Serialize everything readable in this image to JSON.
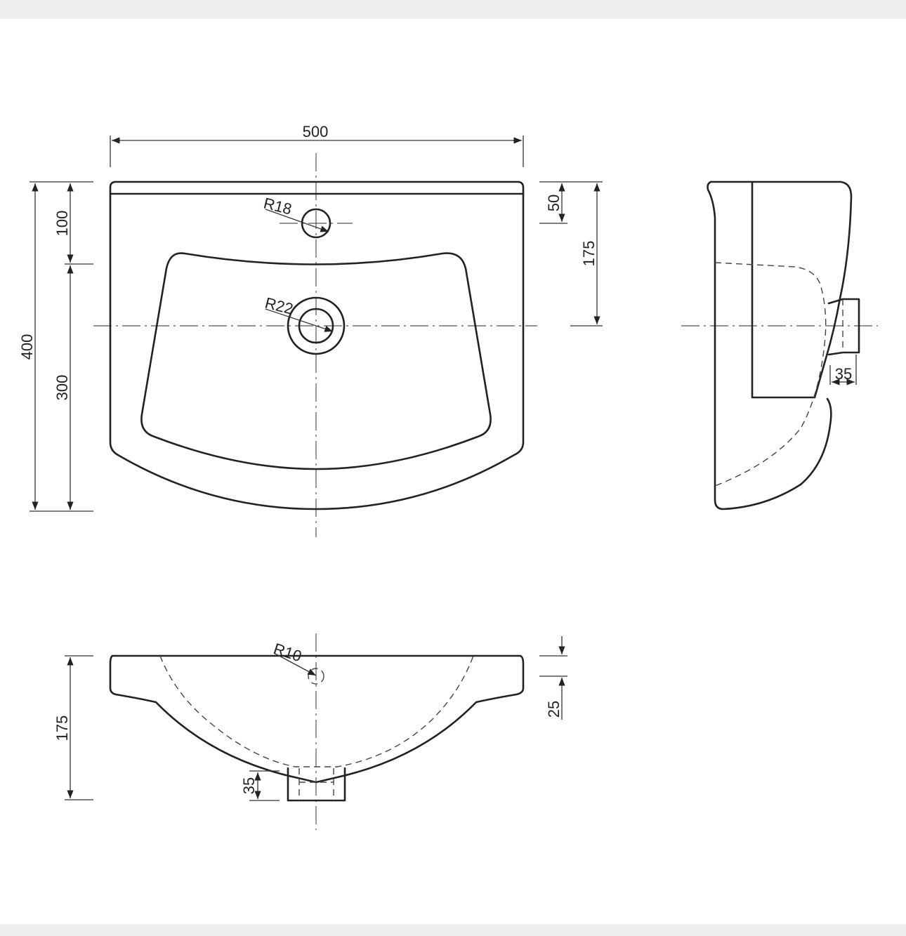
{
  "drawing": {
    "top_view": {
      "width_label": "500",
      "depth_label": "400",
      "rear_depth_label": "100",
      "front_depth_label": "300",
      "tap_offset_label": "50",
      "drain_offset_label": "175",
      "tap_hole_radius_label": "R18",
      "drain_radius_label": "R22"
    },
    "front_view": {
      "height_label": "175",
      "rim_label": "25",
      "outlet_label": "35",
      "overflow_radius_label": "R10"
    },
    "side_view": {
      "outlet_label": "35"
    }
  }
}
